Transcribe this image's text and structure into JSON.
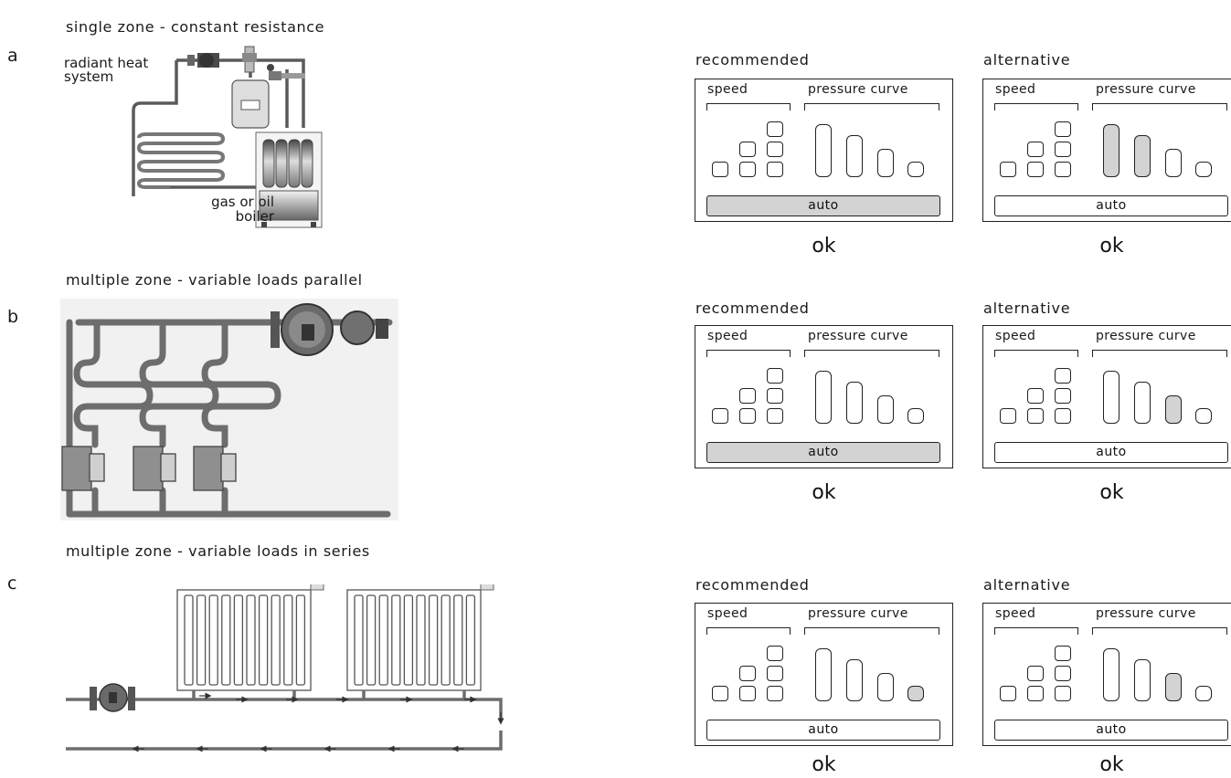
{
  "rows": [
    {
      "letter": "a",
      "title": "single zone - constant resistance",
      "labels": {
        "system": "radiant heat\nsystem",
        "boiler": "gas or oil\nboiler"
      },
      "panels": [
        {
          "heading": "recommended",
          "speed_on": [],
          "curve_on": [],
          "auto_on": true,
          "result": "ok"
        },
        {
          "heading": "alternative",
          "speed_on": [],
          "curve_on": [
            0,
            1
          ],
          "auto_on": false,
          "result": "ok"
        }
      ]
    },
    {
      "letter": "b",
      "title": "multiple zone - variable loads parallel",
      "panels": [
        {
          "heading": "recommended",
          "speed_on": [],
          "curve_on": [],
          "auto_on": true,
          "result": "ok"
        },
        {
          "heading": "alternative",
          "speed_on": [],
          "curve_on": [
            2
          ],
          "auto_on": false,
          "result": "ok"
        }
      ]
    },
    {
      "letter": "c",
      "title": "multiple zone - variable loads in series",
      "panels": [
        {
          "heading": "recommended",
          "speed_on": [],
          "curve_on": [
            3
          ],
          "auto_on": false,
          "result": "ok"
        },
        {
          "heading": "alternative",
          "speed_on": [],
          "curve_on": [
            2
          ],
          "auto_on": false,
          "result": "ok"
        }
      ]
    }
  ],
  "panel_labels": {
    "speed": "speed",
    "pressure_curve": "pressure curve",
    "auto": "auto"
  },
  "colors": {
    "led_on": "#d3d3d3",
    "line": "#222222",
    "pipe": "#777777"
  }
}
